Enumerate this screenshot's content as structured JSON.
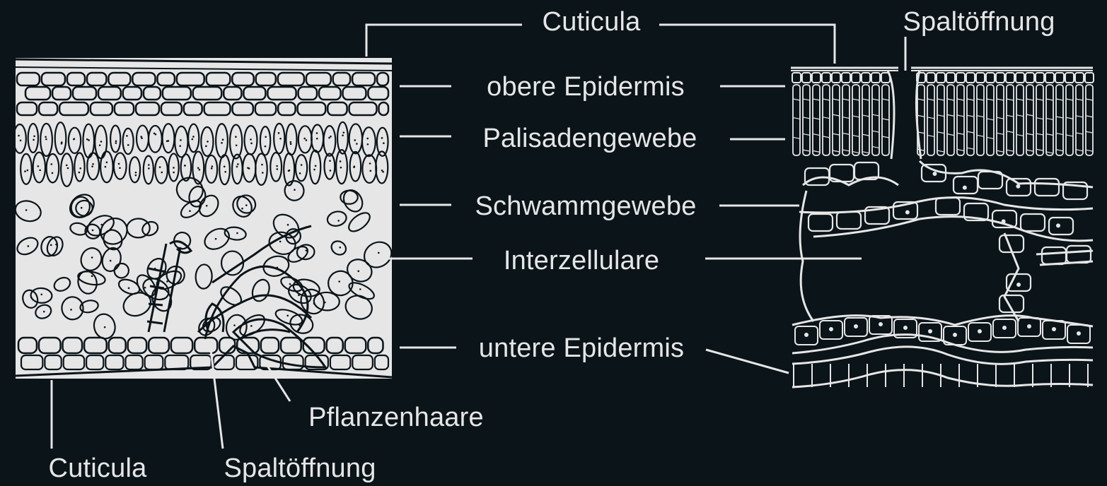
{
  "labels": {
    "cuticula_top": "Cuticula",
    "spaltoeffnung_top": "Spaltöffnung",
    "obere_epidermis": "obere Epidermis",
    "palisadengewebe": "Palisadengewebe",
    "schwammgewebe": "Schwammgewebe",
    "interzellulare": "Interzellulare",
    "untere_epidermis": "untere Epidermis",
    "pflanzenhaare": "Pflanzenhaare",
    "cuticula_bottom": "Cuticula",
    "spaltoeffnung_bottom": "Spaltöffnung"
  },
  "colors": {
    "background": "#0b1419",
    "line": "#e6e6e6",
    "left_panel_fill": "#e6e6e6",
    "cell_outline": "#0b1419"
  }
}
